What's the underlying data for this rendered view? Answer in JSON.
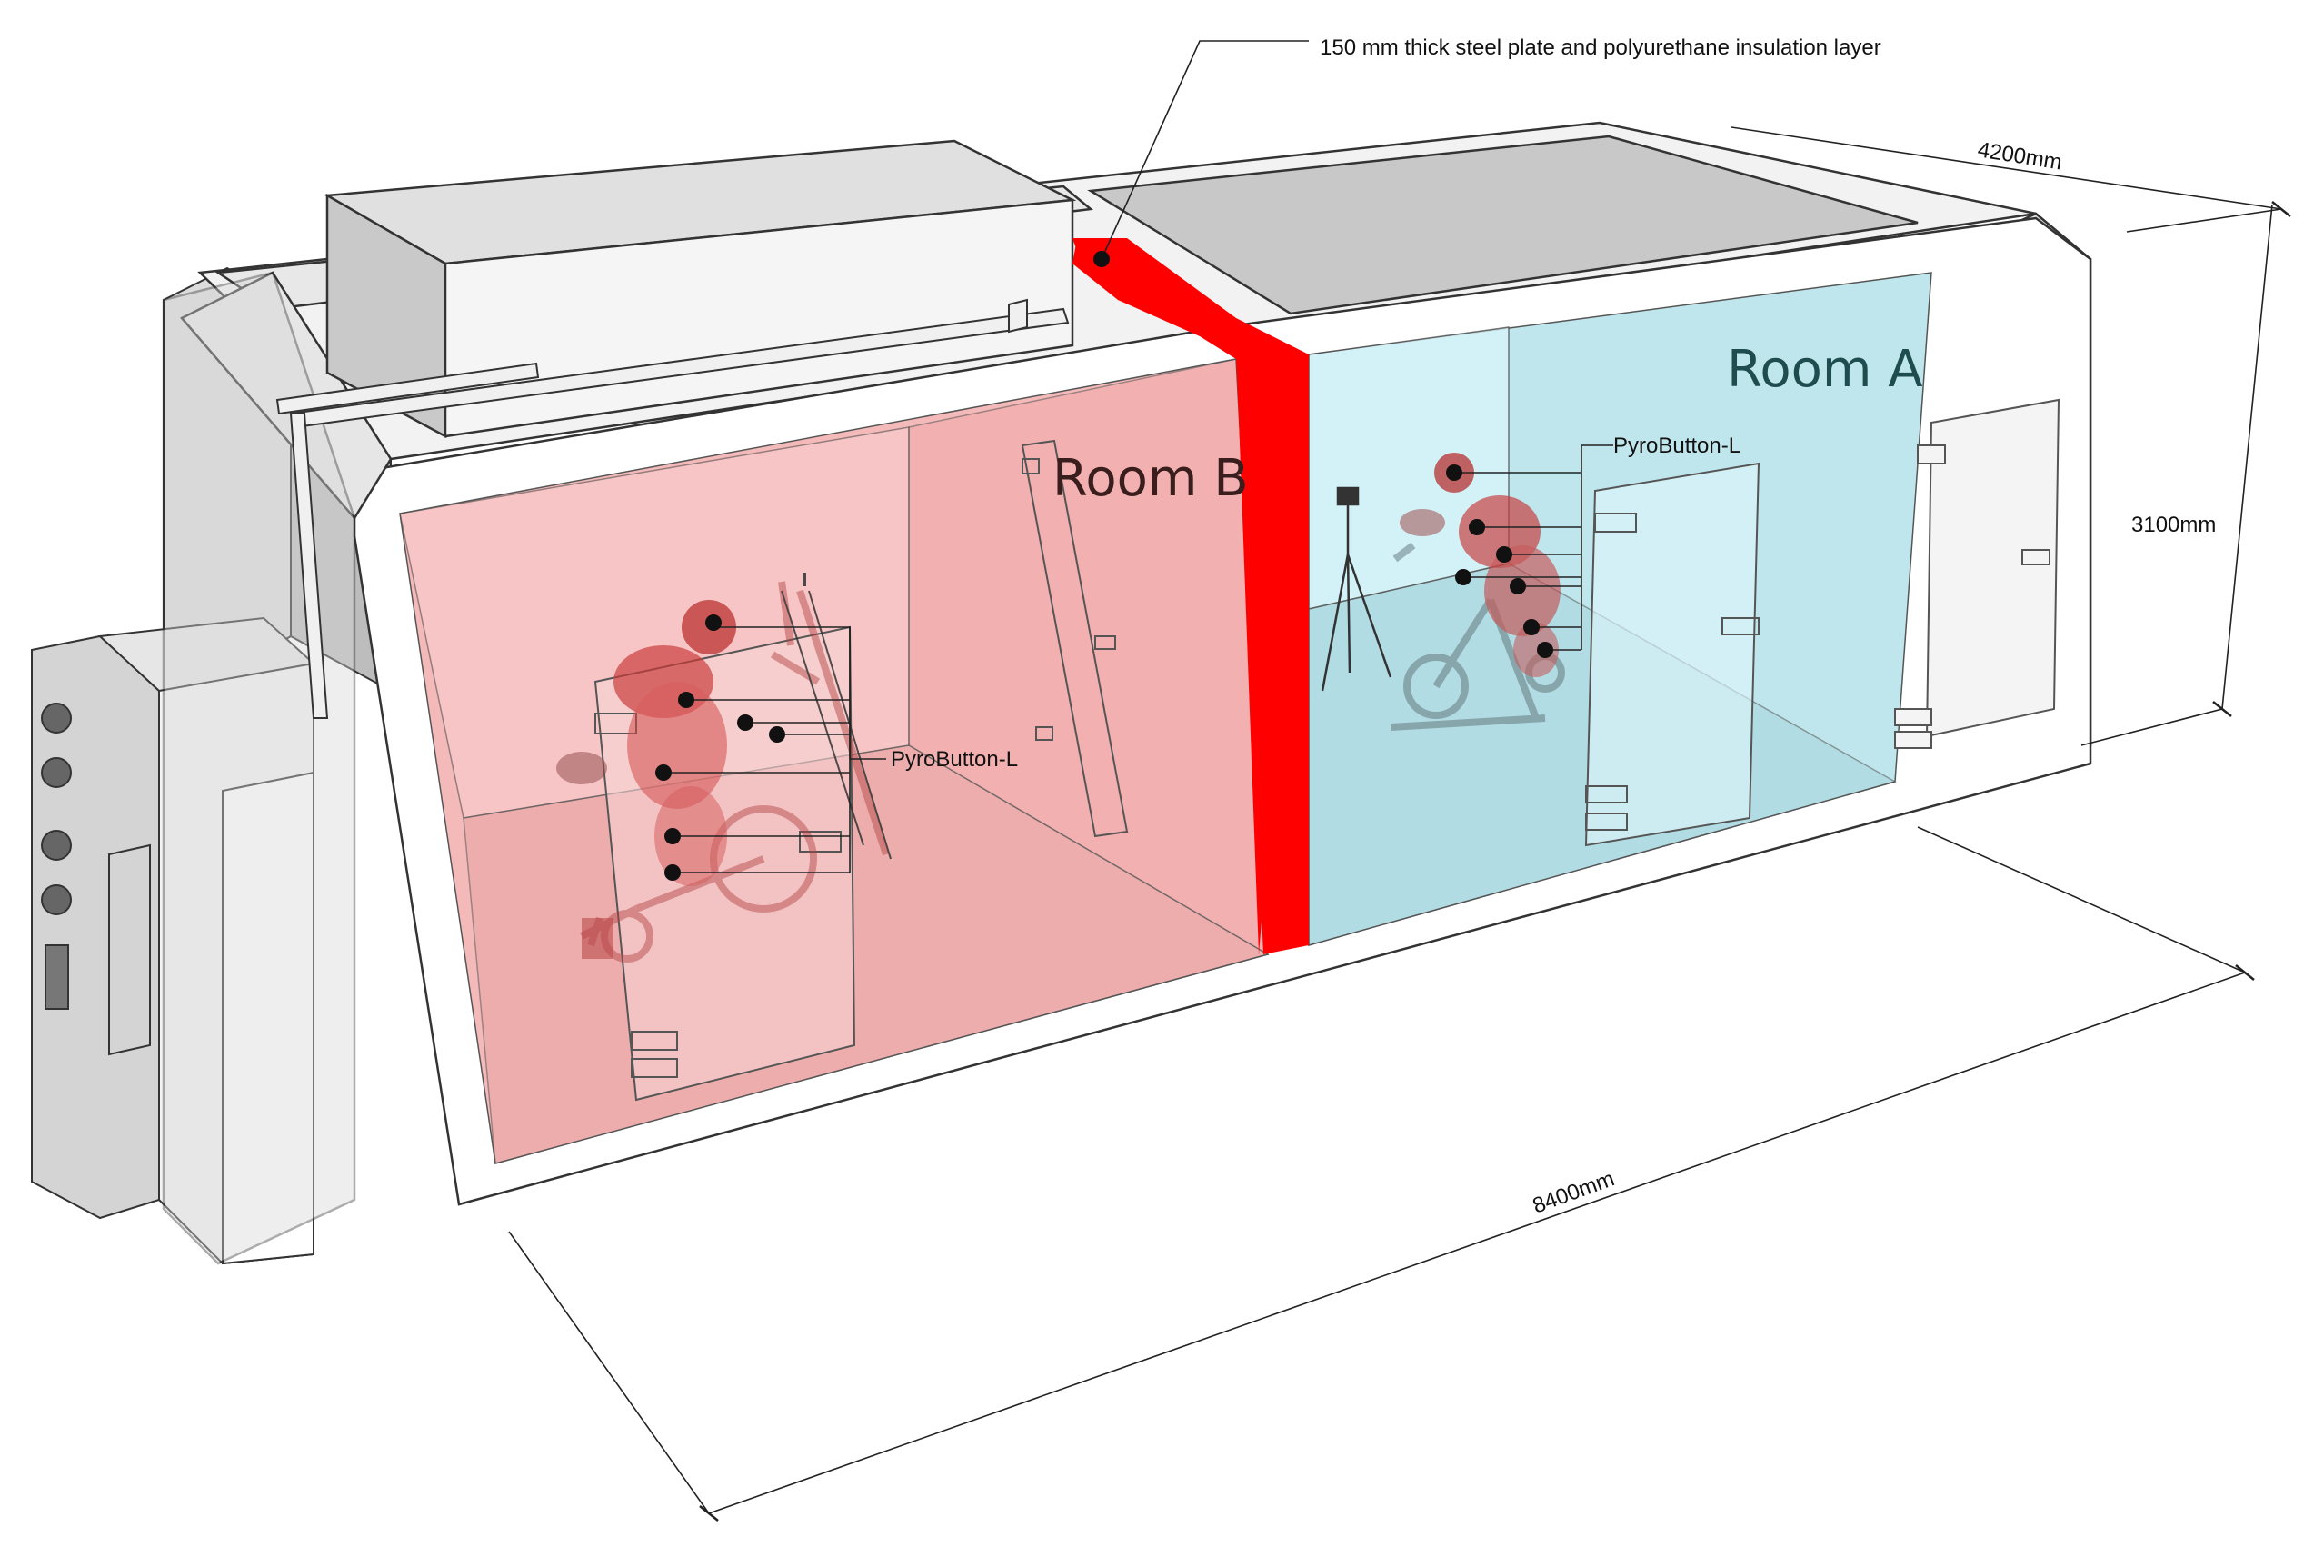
{
  "annotations": {
    "insulation_layer": "150 mm thick steel plate and polyurethane  insulation layer",
    "depth_dimension": "4200mm",
    "height_dimension": "3100mm",
    "length_dimension": "8400mm"
  },
  "rooms": {
    "room_a": {
      "label": "Room A",
      "color": "#bfe6ec",
      "sensor_label": "PyroButton-L"
    },
    "room_b": {
      "label": "Room B",
      "color": "#f4b9b9",
      "sensor_label": "PyroButton-L"
    }
  },
  "colors": {
    "divider": "#ff0000",
    "sensor_dot": "#111111",
    "shell": "#ffffff",
    "shell_shadow": "#d0d0d0"
  }
}
